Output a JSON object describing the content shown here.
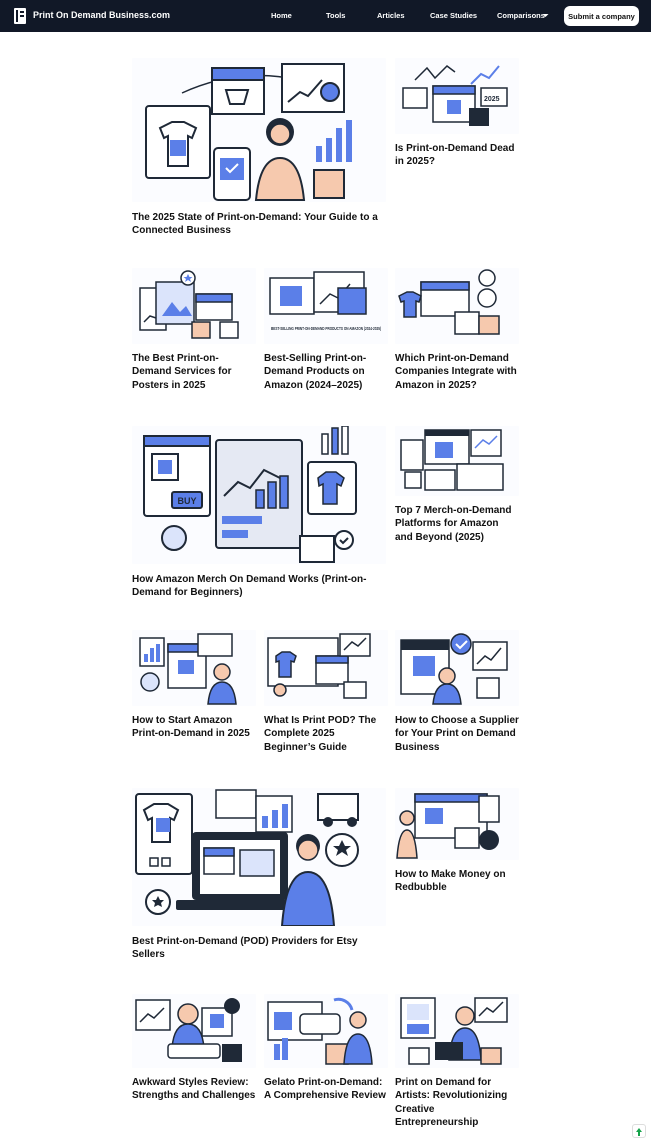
{
  "nav": {
    "brand": "Print On Demand Business.com",
    "links": [
      "Home",
      "Tools",
      "Articles",
      "Case Studies",
      "Comparisons"
    ],
    "submit_label": "Submit a company"
  },
  "articles": [
    {
      "title": "The 2025 State of Print-on-Demand: Your Guide to a Connected Business",
      "illustration": "storefront-woman-illustration"
    },
    {
      "title": "Is Print-on-Demand Dead in 2025?",
      "illustration": "shop-2025-illustration"
    },
    {
      "title": "The Best Print-on-Demand Services for Posters in 2025",
      "illustration": "poster-shop-illustration"
    },
    {
      "title": "Best-Selling Print-on-Demand Products on Amazon (2024–2025)",
      "illustration": "amazon-products-illustration",
      "caption": "BEST-SELLING PRINT-ON-DEMAND PRODUCTS ON AMAZON (2024-2025)"
    },
    {
      "title": "Which Print-on-Demand Companies Integrate with Amazon in 2025?",
      "illustration": "amazon-integration-illustration"
    },
    {
      "title": "How Amazon Merch On Demand Works (Print-on-Demand for Beginners)",
      "illustration": "merch-dashboard-illustration",
      "button": "BUY"
    },
    {
      "title": "Top 7 Merch-on-Demand Platforms for Amazon and Beyond (2025)",
      "illustration": "merch-platforms-illustration"
    },
    {
      "title": "How to Start Amazon Print-on-Demand in 2025",
      "illustration": "start-amazon-illustration"
    },
    {
      "title": "What Is Print POD? The Complete 2025 Beginner’s Guide",
      "illustration": "pod-guide-illustration"
    },
    {
      "title": "How to Choose a Supplier for Your Print on Demand Business",
      "illustration": "supplier-illustration"
    },
    {
      "title": "Best Print-on-Demand (POD) Providers for Etsy Sellers",
      "illustration": "etsy-laptop-illustration"
    },
    {
      "title": "How to Make Money on Redbubble",
      "illustration": "redbubble-illustration"
    },
    {
      "title": "Awkward Styles Review: Strengths and Challenges",
      "illustration": "review-illustration"
    },
    {
      "title": "Gelato Print-on-Demand: A Comprehensive Review",
      "illustration": "gelato-illustration"
    },
    {
      "title": "Print on Demand for Artists: Revolutionizing Creative Entrepreneurship",
      "illustration": "artist-illustration"
    }
  ],
  "colors": {
    "nav_bg": "#111827",
    "accent": "#5b7fe8",
    "ink": "#1f2937"
  }
}
